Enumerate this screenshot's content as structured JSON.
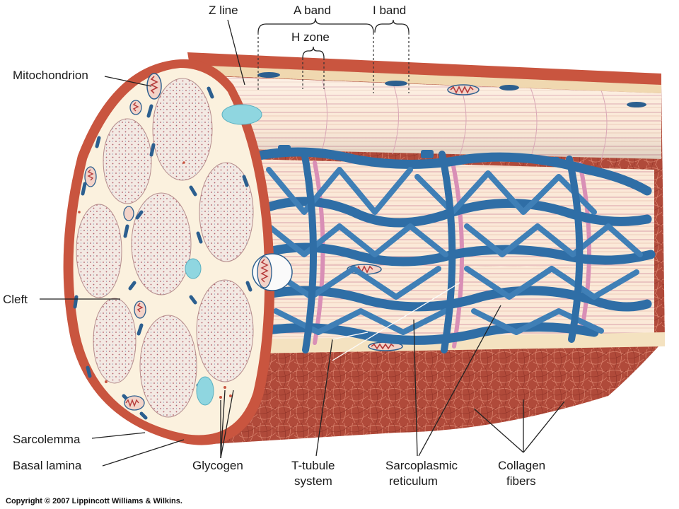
{
  "labels": {
    "z_line": "Z line",
    "a_band": "A band",
    "i_band": "I band",
    "h_zone": "H zone",
    "mitochondrion": "Mitochondrion",
    "cleft": "Cleft",
    "sarcolemma": "Sarcolemma",
    "basal_lamina": "Basal lamina",
    "glycogen": "Glycogen",
    "t_tubule_line1": "T-tubule",
    "t_tubule_line2": "system",
    "sr_line1": "Sarcoplasmic",
    "sr_line2": "reticulum",
    "collagen_line1": "Collagen",
    "collagen_line2": "fibers"
  },
  "copyright": "Copyright © 2007 Lippincott Williams & Wilkins.",
  "colors": {
    "sarcolemma": "#c8553f",
    "sarcoplasm": "#fbf1de",
    "myofibril_fill": "#f4ebe4",
    "t_tubule": "#3f7fb6",
    "sr_ring": "#d98fb6",
    "collagen": "#b85240",
    "mitochondrion": "#b53a3a",
    "glycogen": "#8fd6e0",
    "nucleus_dark": "#2c5f8f"
  }
}
